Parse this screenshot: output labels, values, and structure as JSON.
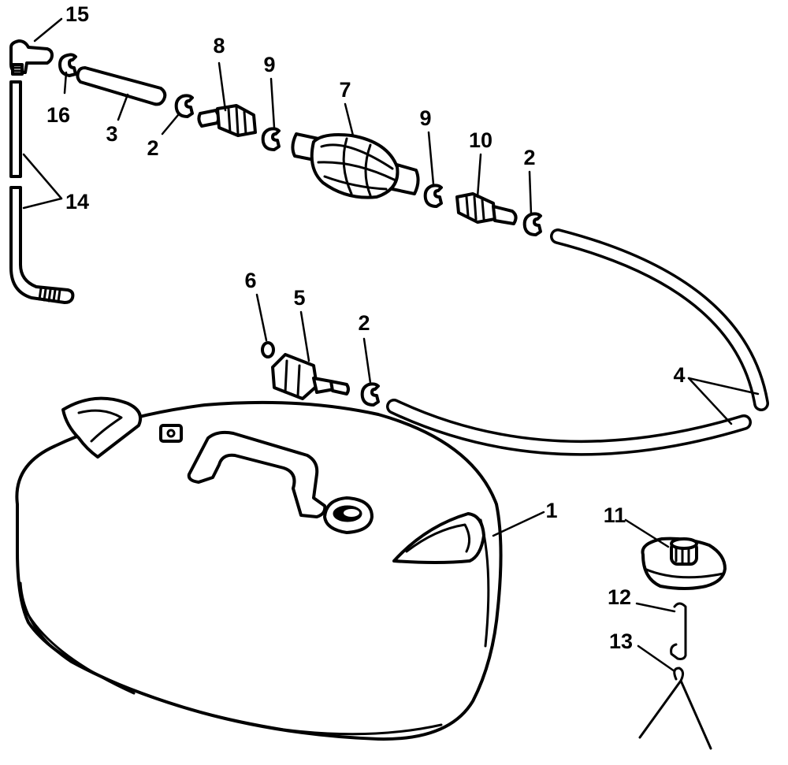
{
  "callouts": {
    "c1": "1",
    "c2a": "2",
    "c2b": "2",
    "c2c": "2",
    "c3": "3",
    "c4": "4",
    "c5": "5",
    "c6": "6",
    "c7": "7",
    "c8": "8",
    "c9a": "9",
    "c9b": "9",
    "c10": "10",
    "c11": "11",
    "c12": "12",
    "c13": "13",
    "c14": "14",
    "c15": "15",
    "c16": "16"
  }
}
